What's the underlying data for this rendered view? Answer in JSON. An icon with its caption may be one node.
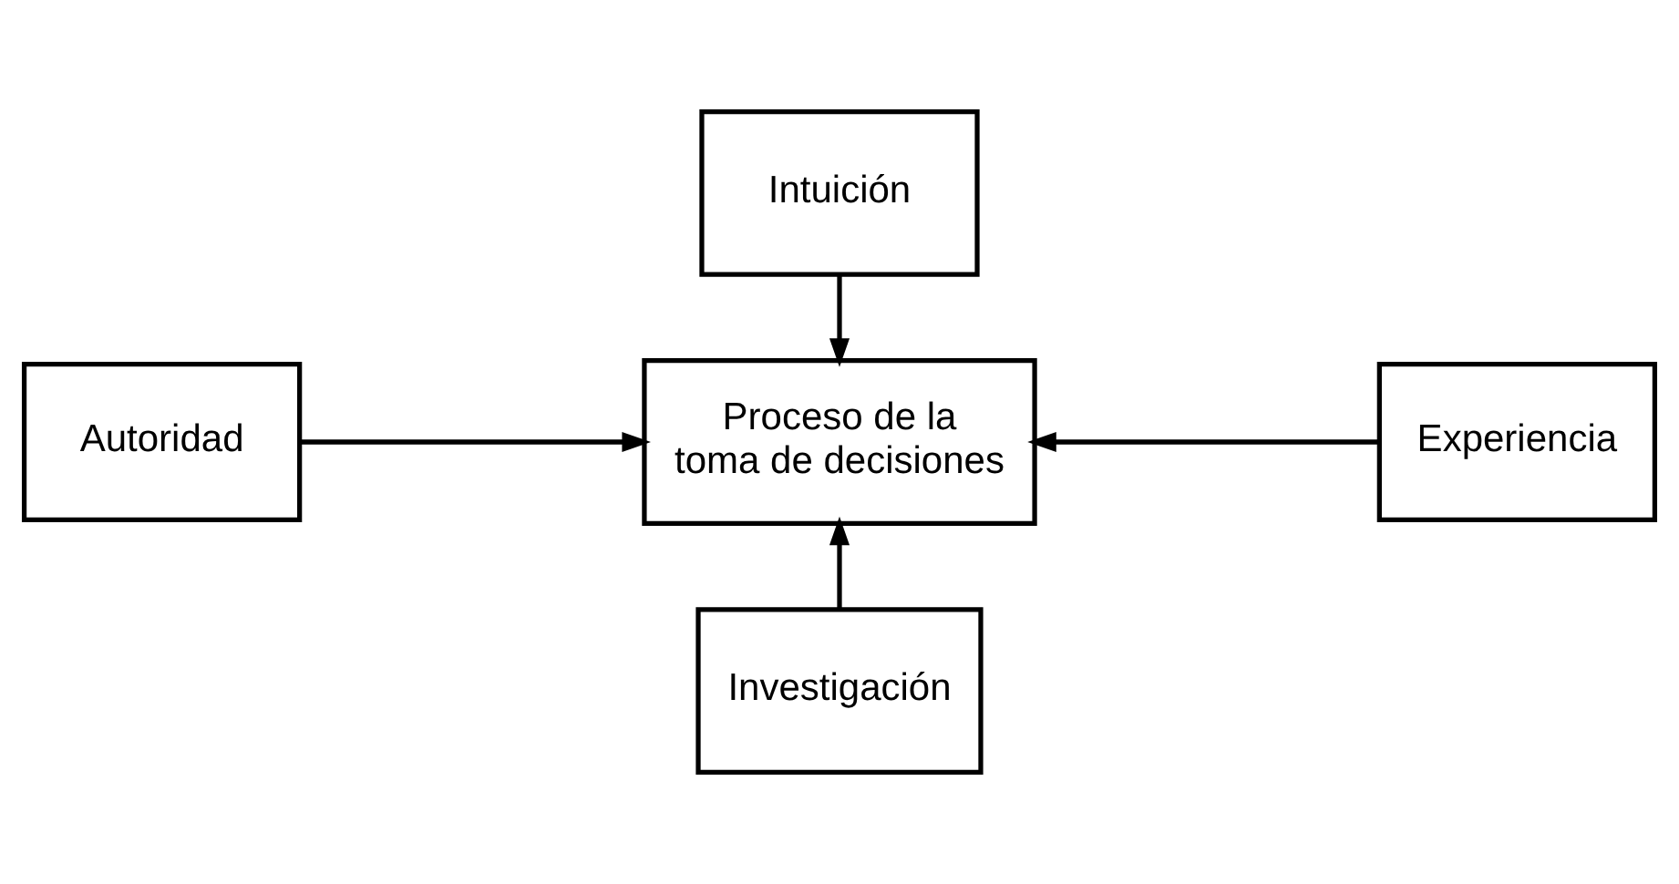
{
  "diagram": {
    "nodes": [
      {
        "text": [
          "Intuición"
        ]
      },
      {
        "text": [
          "Autoridad"
        ]
      },
      {
        "text": [
          "Proceso de la toma de decisiones"
        ]
      },
      {
        "text": [
          "Experiencia"
        ]
      },
      {
        "text": [
          "Investigación"
        ]
      }
    ],
    "edges": [
      {
        "from": 0,
        "to": 2,
        "arrow": "to"
      },
      {
        "from": 1,
        "to": 2,
        "arrow": "to"
      },
      {
        "from": 3,
        "to": 2,
        "arrow": "to"
      },
      {
        "from": 4,
        "to": 2,
        "arrow": "to"
      }
    ]
  }
}
